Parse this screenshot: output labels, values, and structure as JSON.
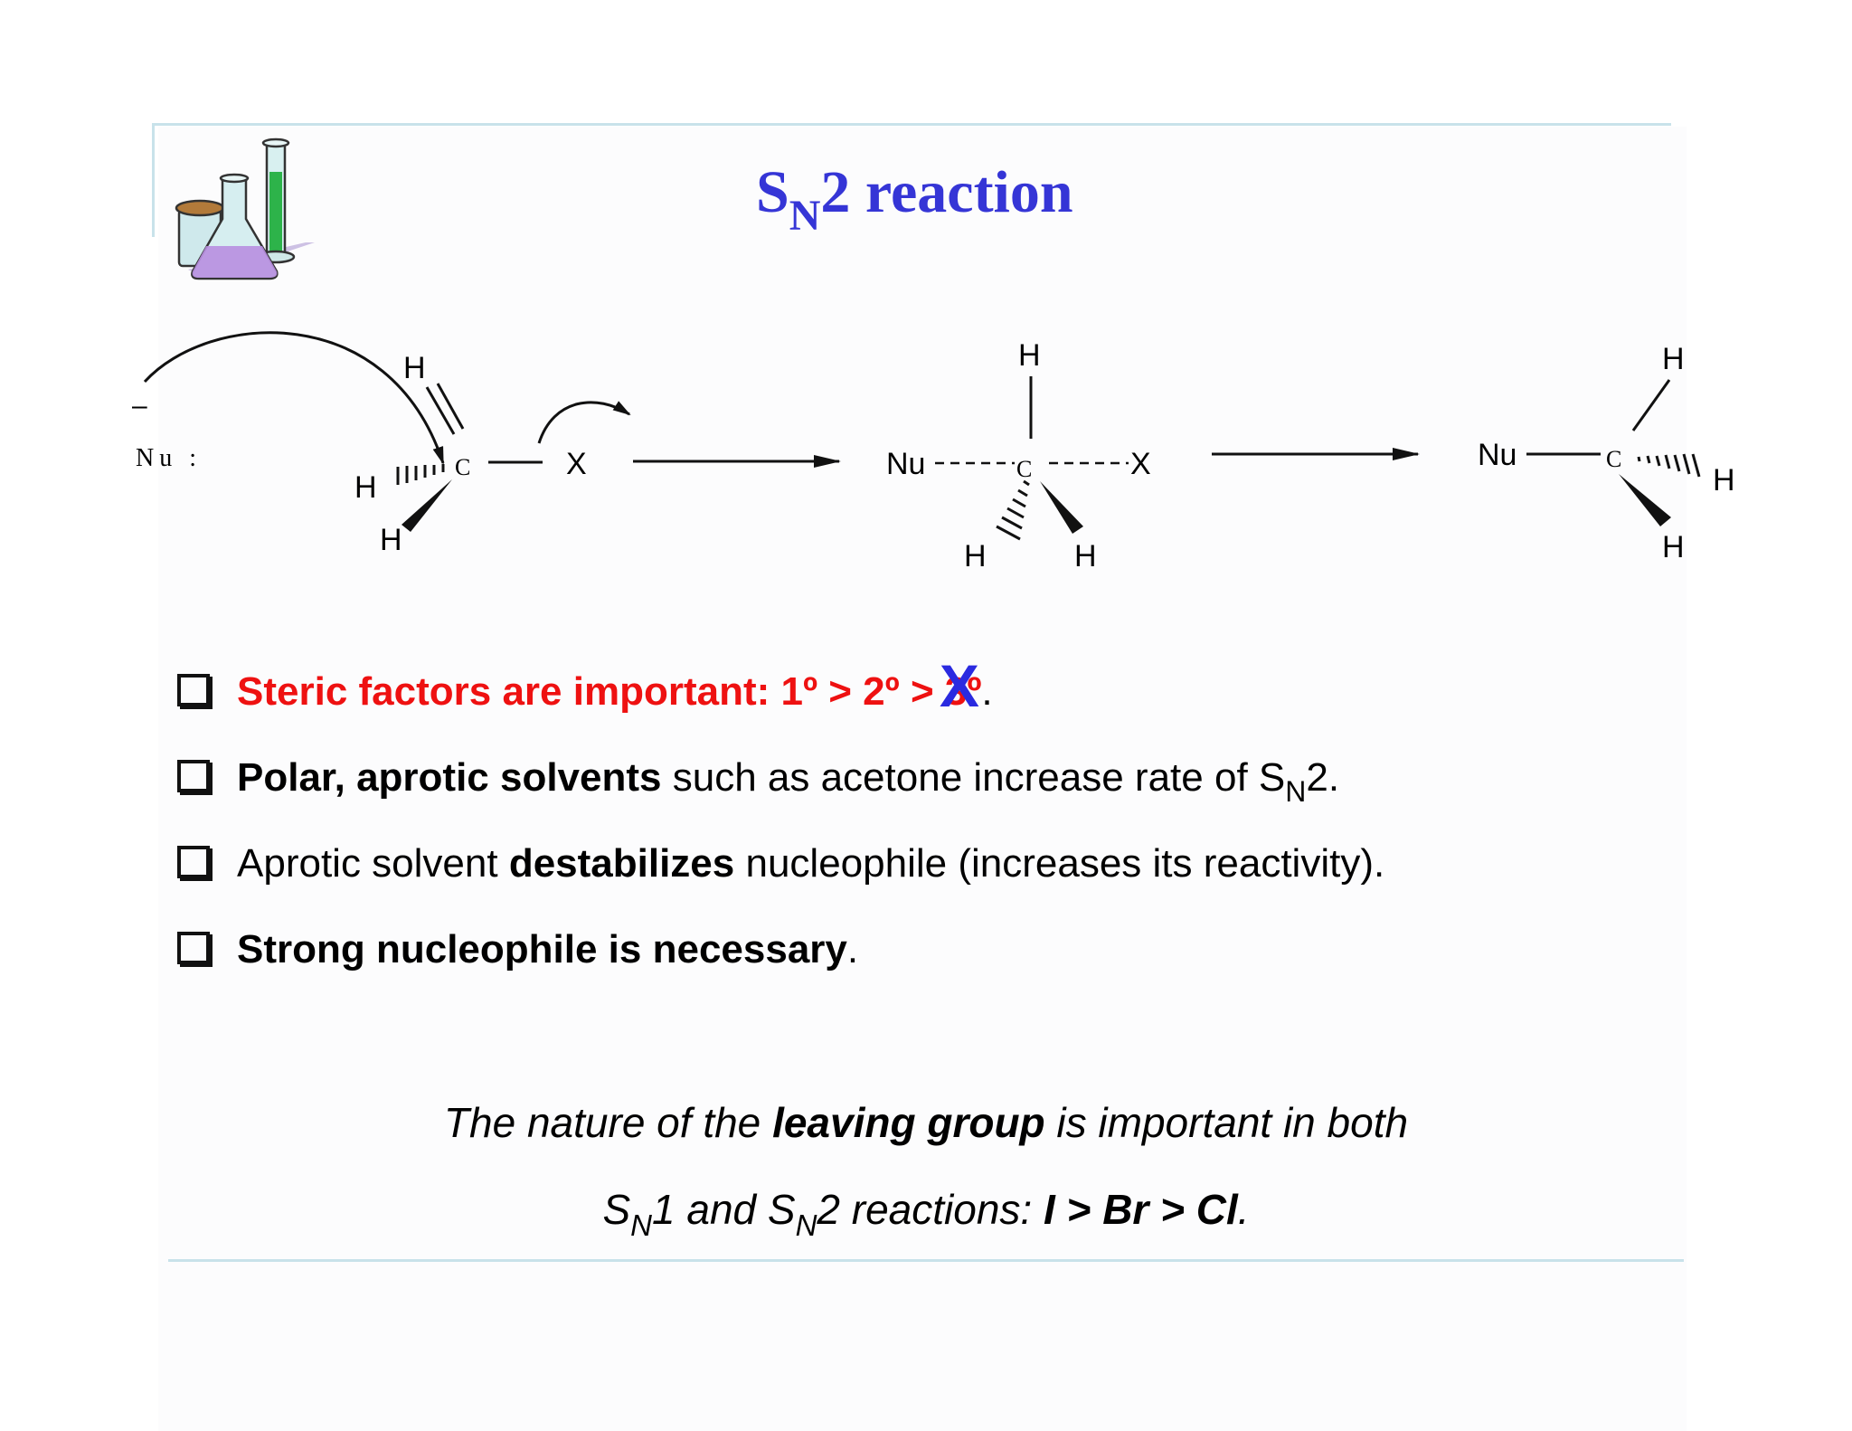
{
  "title": {
    "s": "S",
    "n": "N",
    "rest": "2 reaction"
  },
  "scheme": {
    "nucleophile": "Nu :",
    "charge": "–",
    "reactant": {
      "carbon": "C",
      "h_top": "H",
      "h_left": "H",
      "h_bottom": "H",
      "leaving_group": "X"
    },
    "transition_state": {
      "nu": "Nu",
      "carbon": "C",
      "x": "X",
      "h_top": "H",
      "h_bl": "H",
      "h_br": "H"
    },
    "product": {
      "nu": "Nu",
      "carbon": "C",
      "h_top": "H",
      "h_right": "H",
      "h_bottom": "H"
    }
  },
  "bullets": {
    "b1": {
      "text": "Steric factors are important: 1º > 2º > ",
      "struck": "3º",
      "cross": "X",
      "end": "."
    },
    "b2": {
      "bold": "Polar, aprotic solvents",
      "text": " such as acetone increase rate of S",
      "sub": "N",
      "end": "2."
    },
    "b3": {
      "pre": "Aprotic solvent ",
      "bold": "destabilizes",
      "post": " nucleophile (increases its reactivity)."
    },
    "b4": {
      "bold": "Strong nucleophile is necessary",
      "end": "."
    }
  },
  "note": {
    "line1_pre": "The nature of the ",
    "line1_bold": "leaving group",
    "line1_post": " is important in both",
    "l2_s1": "S",
    "l2_n1": "N",
    "l2_mid": "1 and S",
    "l2_n2": "N",
    "l2_post": "2 reactions: ",
    "l2_bold": "I > Br > Cl",
    "l2_end": "."
  },
  "colors": {
    "title": "#3535d6",
    "highlight": "#ee1111",
    "cross": "#2a2ae0",
    "rule": "#c8e2ea"
  }
}
